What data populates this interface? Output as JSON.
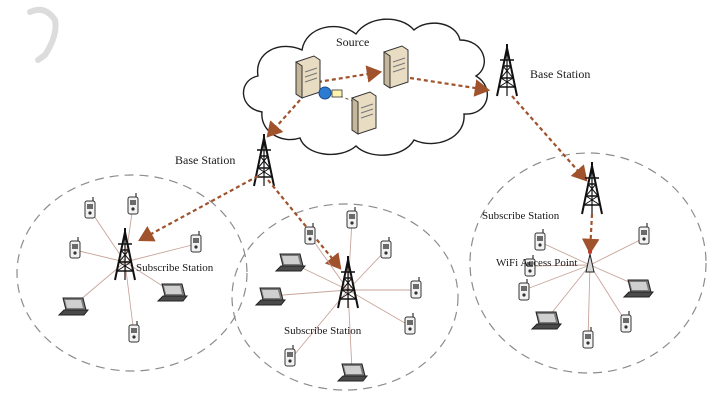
{
  "labels": {
    "source": "Source",
    "base_station_right": "Base Station",
    "base_station_left": "Base Station",
    "subscribe_station_left": "Subscribe Station",
    "subscribe_station_middle": "Subscribe Station",
    "subscribe_station_right": "Subscribe Station",
    "wifi_access_point": "WiFi Access Point"
  },
  "icons": [
    "cloud-icon",
    "server-icon",
    "globe-icon",
    "tower-icon",
    "phone-icon",
    "laptop-icon",
    "access-point-icon"
  ],
  "colors": {
    "link_arrow": "#a0522d",
    "thin_link": "#c8a49a",
    "zone_border": "#8c8c8c"
  }
}
